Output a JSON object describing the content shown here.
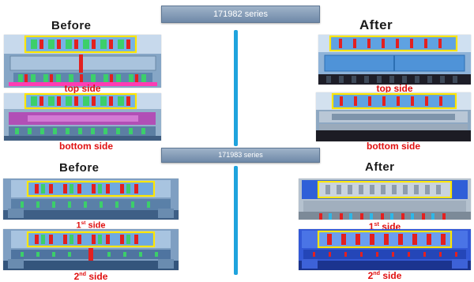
{
  "series_top": "171982 series",
  "series_bottom": "171983 series",
  "top_left": {
    "heading": "Before",
    "caption1": "top side",
    "caption2": "bottom side"
  },
  "top_right": {
    "heading": "After",
    "caption1": "top side",
    "caption2": "bottom side"
  },
  "bottom_left": {
    "heading": "Before",
    "caption1_main": "1",
    "caption1_sup": "st",
    "caption1_tail": " side",
    "caption2_main": "2",
    "caption2_sup": "nd",
    "caption2_tail": " side"
  },
  "bottom_right": {
    "heading": "After",
    "caption1_main": "1",
    "caption1_sup": "st",
    "caption1_tail": " side",
    "caption2_main": "2",
    "caption2_sup": "nd",
    "caption2_tail": " side"
  }
}
